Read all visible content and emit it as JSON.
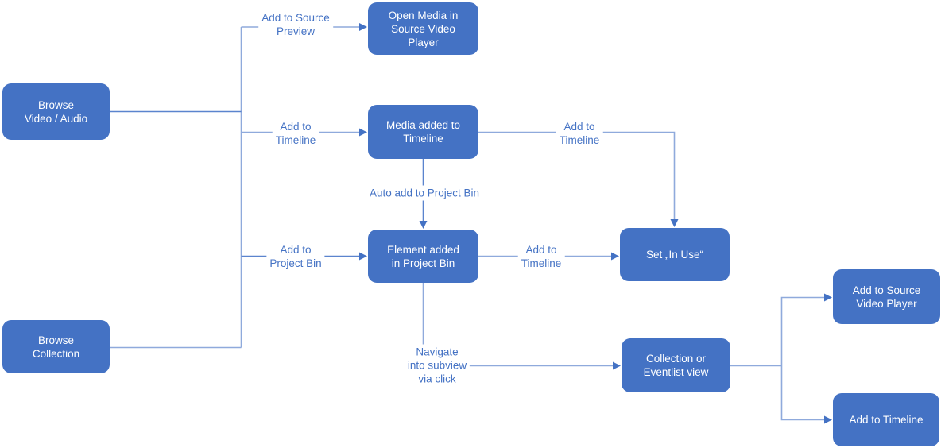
{
  "diagram": {
    "type": "flowchart",
    "colors": {
      "background": "#FFFFFF",
      "node_fill": "#4472C4",
      "node_text": "#FFFFFF",
      "edge_line": "#8FAADC",
      "edge_line_dark": "#5B84CE",
      "edge_label_text": "#4472C4",
      "arrowhead": "#4472C4"
    },
    "nodes": [
      {
        "id": "browse-video-audio",
        "text": "Browse\nVideo / Audio"
      },
      {
        "id": "browse-collection",
        "text": "Browse\nCollection"
      },
      {
        "id": "open-media-source-video-player",
        "text": "Open Media in\nSource Video\nPlayer"
      },
      {
        "id": "media-added-to-timeline",
        "text": "Media added to\nTimeline"
      },
      {
        "id": "element-added-in-project-bin",
        "text": "Element added\nin Project Bin"
      },
      {
        "id": "set-in-use",
        "text": "Set „In Use“"
      },
      {
        "id": "collection-or-eventlist-view",
        "text": "Collection or\nEventlist view"
      },
      {
        "id": "add-to-source-video-player",
        "text": "Add to Source\nVideo Player"
      },
      {
        "id": "add-to-timeline-node",
        "text": "Add to Timeline"
      }
    ],
    "edge_labels": [
      {
        "id": "add-to-source-preview",
        "text": "Add to Source\nPreview"
      },
      {
        "id": "add-to-timeline-branch",
        "text": "Add to\nTimeline"
      },
      {
        "id": "add-to-project-bin",
        "text": "Add to\nProject Bin"
      },
      {
        "id": "auto-add-to-project-bin",
        "text": "Auto add to Project Bin"
      },
      {
        "id": "add-to-timeline-right",
        "text": "Add to\nTimeline"
      },
      {
        "id": "add-to-timeline-mid",
        "text": "Add to\nTimeline"
      },
      {
        "id": "navigate-into-subview",
        "text": "Navigate\ninto subview\nvia click"
      }
    ]
  }
}
